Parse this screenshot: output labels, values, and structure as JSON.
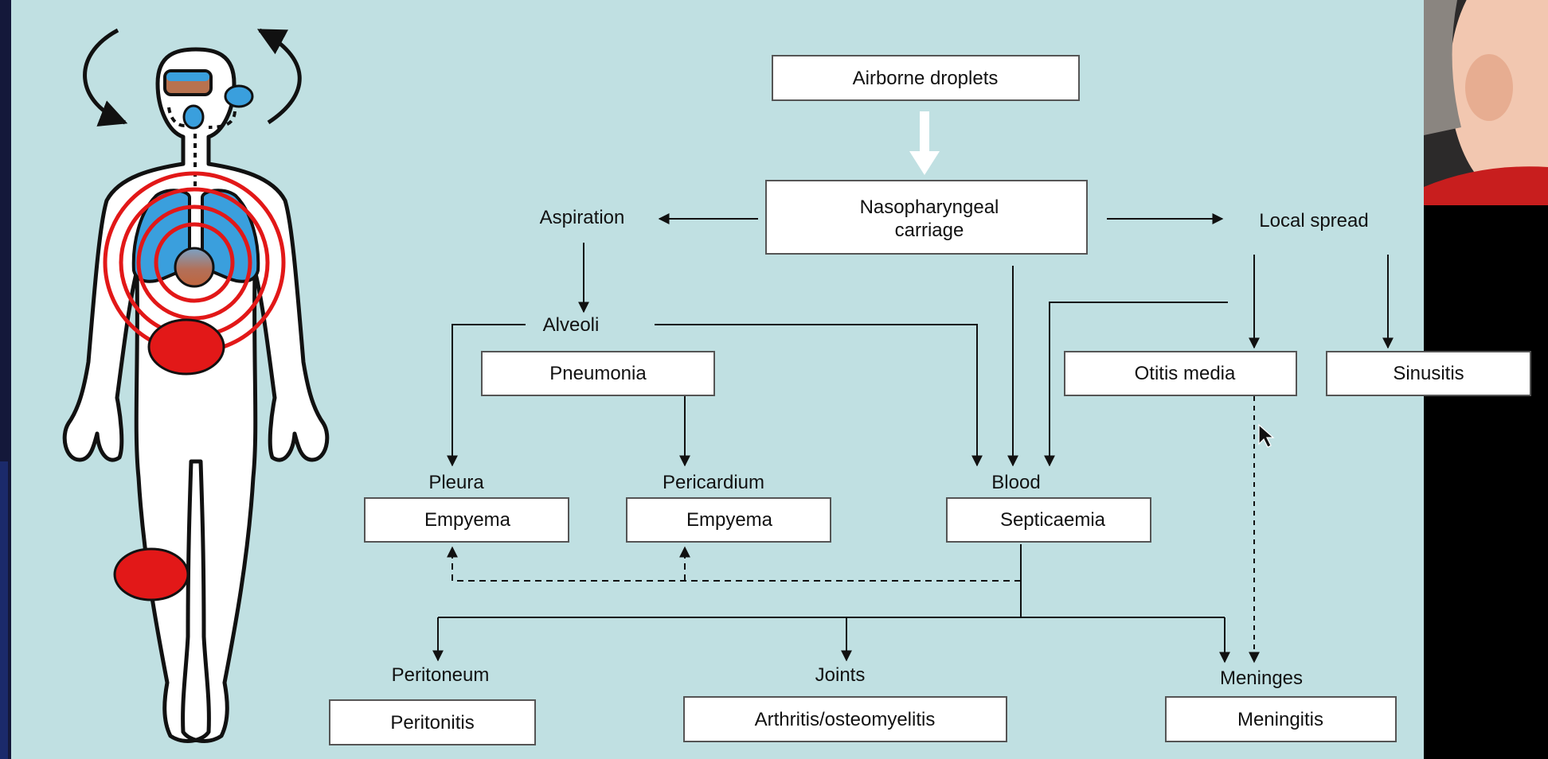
{
  "diagram": {
    "colors": {
      "slide_background": "#c0e0e2",
      "box_fill": "#ffffff",
      "body_fill": "#ffffff",
      "organ_blue": "#3a9fdd",
      "infection_red": "#e21818",
      "line": "#111111"
    },
    "nodes": {
      "airborne": "Airborne droplets",
      "naso_line1": "Nasopharyngeal",
      "naso_line2": "carriage",
      "aspiration": "Aspiration",
      "local_spread": "Local spread",
      "alveoli": "Alveoli",
      "pneumonia": "Pneumonia",
      "otitis": "Otitis media",
      "sinusitis": "Sinusitis",
      "pleura": "Pleura",
      "pericardium": "Pericardium",
      "blood": "Blood",
      "empyema_pleura": "Empyema",
      "empyema_pericardium": "Empyema",
      "septicaemia": "Septicaemia",
      "peritoneum": "Peritoneum",
      "joints": "Joints",
      "meninges": "Meninges",
      "peritonitis": "Peritonitis",
      "arthritis": "Arthritis/osteomyelitis",
      "meningitis": "Meningitis"
    },
    "icons": {
      "body": "human-body-icon",
      "cursor": "mouse-cursor-icon",
      "webcam": "presenter-webcam"
    }
  }
}
